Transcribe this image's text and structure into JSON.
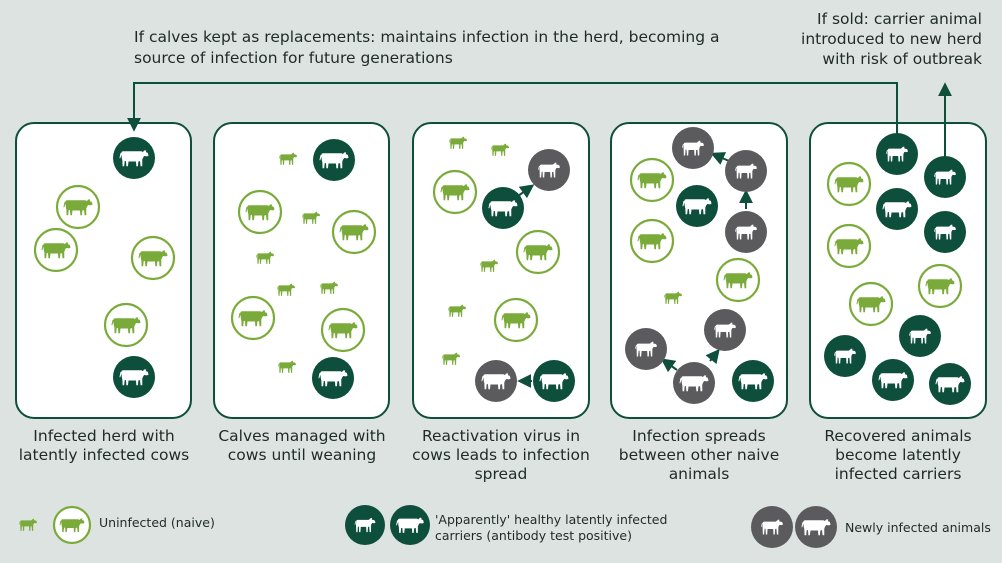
{
  "top_note": "If calves kept as replacements: maintains infection in the herd, becoming a source of infection for future generations",
  "sold_note": "If sold: carrier animal introduced to new herd with risk of outbreak",
  "panels": [
    {
      "caption": "Infected herd with latently infected cows"
    },
    {
      "caption": "Calves managed with cows until weaning"
    },
    {
      "caption": "Reactivation virus in cows leads to infection spread"
    },
    {
      "caption": "Infection spreads between other naive animals"
    },
    {
      "caption": "Recovered animals become latently infected carriers"
    }
  ],
  "legend": {
    "uninfected": "Uninfected (naive)",
    "carriers": "'Apparently' healthy latently infected carriers (antibody test positive)",
    "newly_infected": "Newly infected animals"
  },
  "colors": {
    "uninfected": "#7aab3a",
    "carrier": "#0d4f3a",
    "newly_infected": "#5b5b5e",
    "panel_border": "#0d4f3a",
    "background": "#dde3e0"
  },
  "icons": {
    "cow": "cow-icon",
    "calf": "calf-icon"
  }
}
